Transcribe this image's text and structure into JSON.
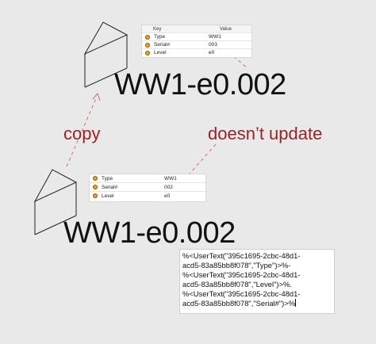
{
  "top_label": "WW1-e0.002",
  "bottom_label": "WW1-e0.002",
  "annotations": {
    "copy": "copy",
    "doesnt_update": "doesn’t update"
  },
  "top_table": {
    "headers": {
      "key": "Key",
      "value": "Value"
    },
    "rows": [
      {
        "key": "Type",
        "value": "WW1"
      },
      {
        "key": "Serial#",
        "value": "003"
      },
      {
        "key": "Level",
        "value": "e0"
      }
    ]
  },
  "bottom_table": {
    "rows": [
      {
        "key": "Type",
        "value": "WW1"
      },
      {
        "key": "Serial#",
        "value": "002"
      },
      {
        "key": "Level",
        "value": "e0"
      }
    ]
  },
  "formula_lines": [
    "%<UserText(\"395c1695-2cbc-48d1-",
    "acd5-83a85bb8f078\",\"Type\")>%-",
    "%<UserText(\"395c1695-2cbc-48d1-",
    "acd5-83a85bb8f078\",\"Level\")>%.",
    "%<UserText(\"395c1695-2cbc-48d1-",
    "acd5-83a85bb8f078\",\"Serial#\")>%"
  ],
  "colors": {
    "annotation_red": "#9b2226",
    "dot_orange": "#f0a020",
    "background": "#e9e9e9"
  }
}
